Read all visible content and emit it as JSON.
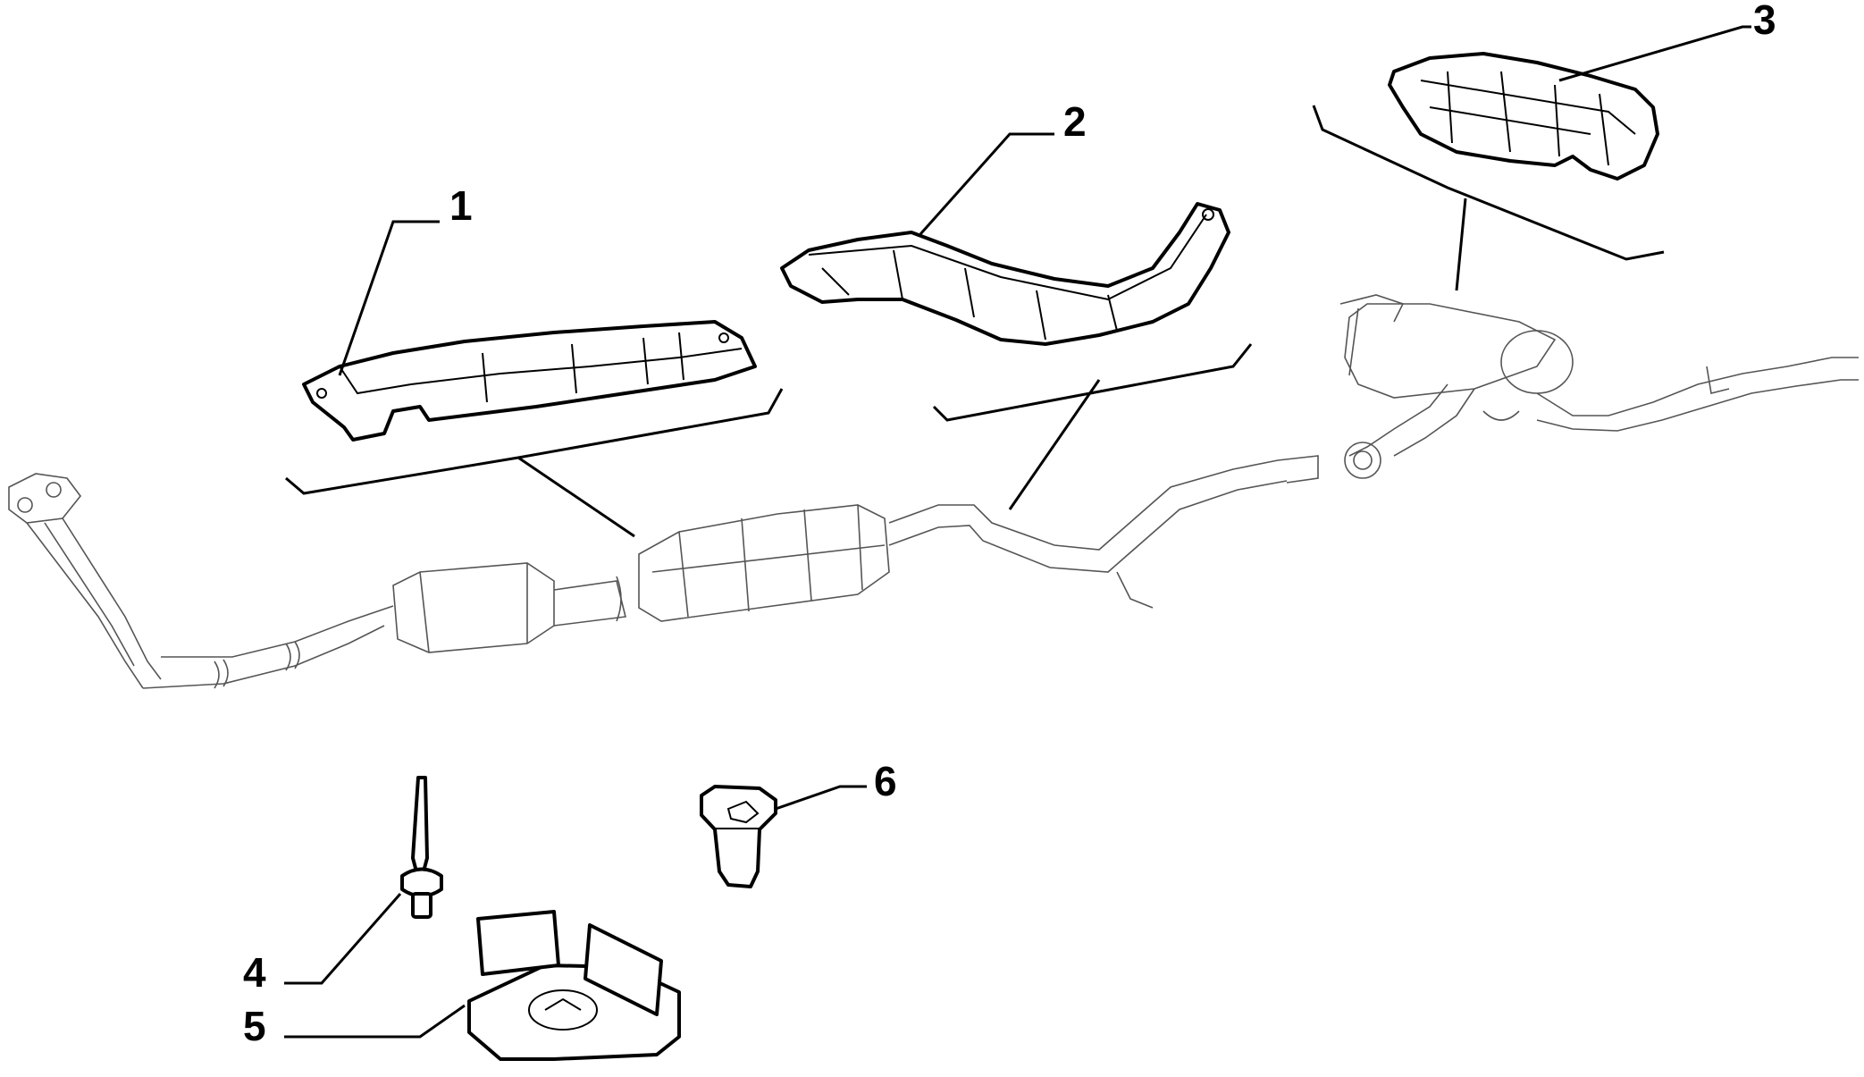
{
  "diagram": {
    "callouts": [
      {
        "id": "heat-shield-1",
        "label": "1"
      },
      {
        "id": "heat-shield-2",
        "label": "2"
      },
      {
        "id": "heat-shield-3",
        "label": "3"
      },
      {
        "id": "pin-4",
        "label": "4"
      },
      {
        "id": "clip-5",
        "label": "5"
      },
      {
        "id": "grommet-6",
        "label": "6"
      }
    ]
  }
}
